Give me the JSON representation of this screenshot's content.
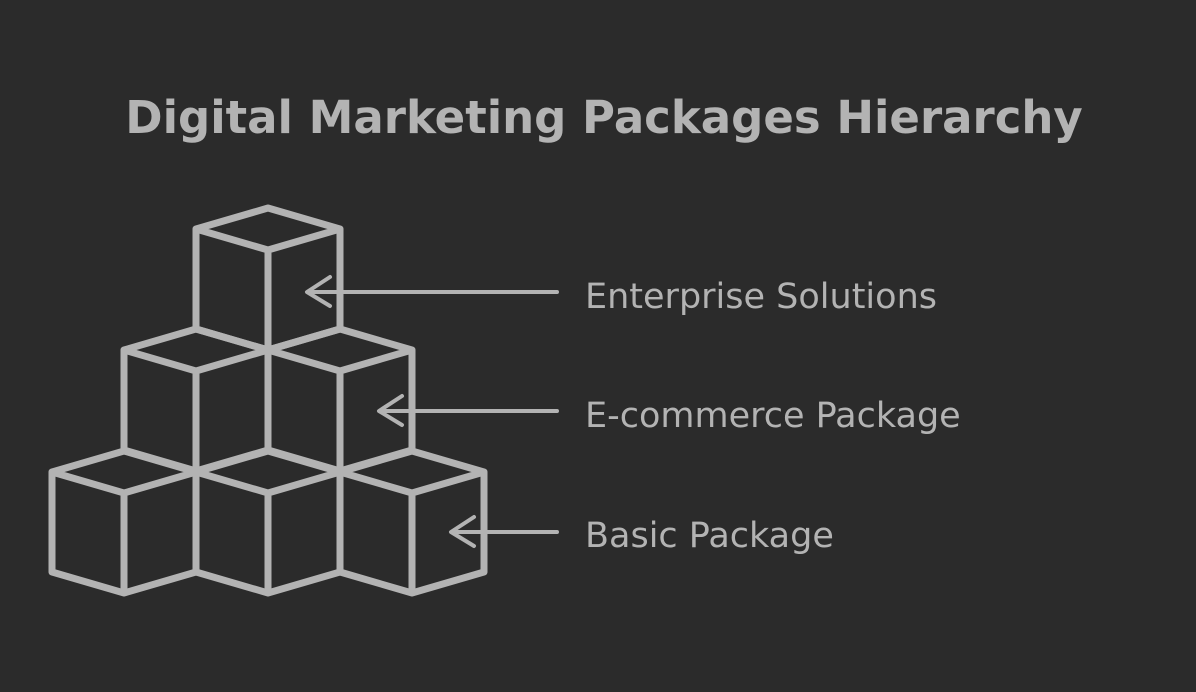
{
  "title": "Digital Marketing Packages Hierarchy",
  "levels": [
    {
      "label": "Enterprise Solutions"
    },
    {
      "label": "E-commerce Package"
    },
    {
      "label": "Basic Package"
    }
  ],
  "colors": {
    "background": "#2b2b2b",
    "foreground": "#b3b3b3"
  },
  "icons": {
    "cube": "cube-icon",
    "arrow": "arrow-left-icon"
  }
}
